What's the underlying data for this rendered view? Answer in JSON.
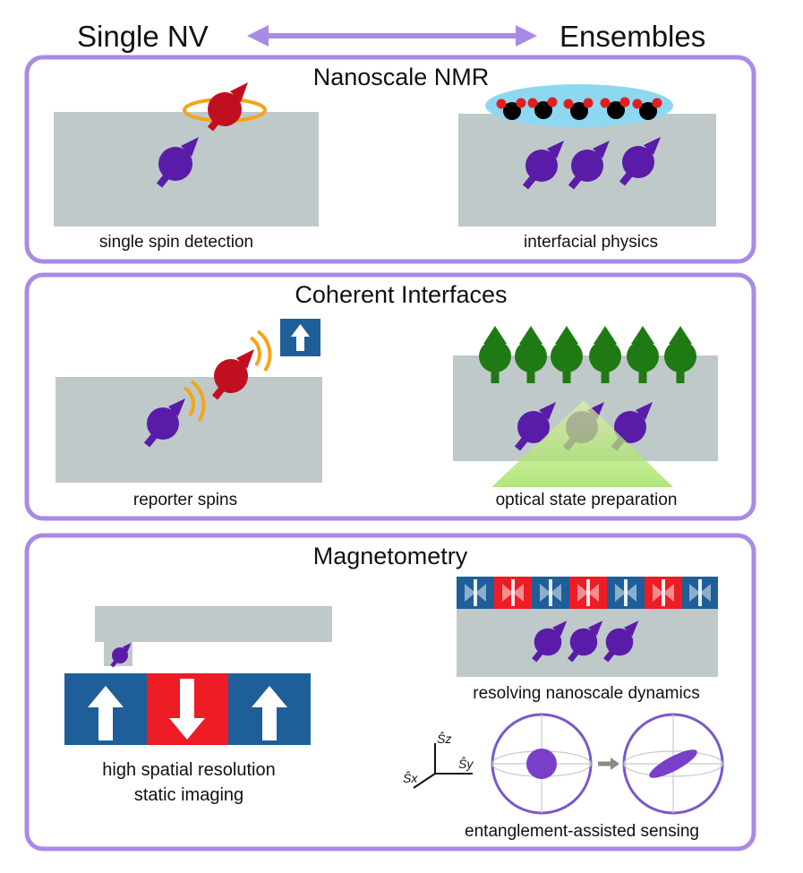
{
  "header": {
    "left_label": "Single NV",
    "right_label": "Ensembles"
  },
  "panels": [
    {
      "title": "Nanoscale NMR",
      "left_caption": "single spin detection",
      "right_caption": "interfacial physics"
    },
    {
      "title": "Coherent Interfaces",
      "left_caption": "reporter spins",
      "right_caption": "optical state preparation"
    },
    {
      "title": "Magnetometry",
      "left_caption_line1": "high spatial resolution",
      "left_caption_line2": "static imaging",
      "right_caption_top": "resolving nanoscale dynamics",
      "right_caption_bottom": "entanglement-assisted sensing",
      "axis_labels": {
        "z": "Ŝz",
        "y": "Ŝy",
        "x": "Ŝx"
      }
    }
  ],
  "colors": {
    "frame": "#a98ae6",
    "arrow": "#a98ae6",
    "diamond": "#bfc9c9",
    "nv_spin": "#5a1ca8",
    "target_spin": "#c01020",
    "green_spin": "#1f7a14",
    "signal": "#f2a51c",
    "domain_blue": "#1e5f9a",
    "domain_red": "#ee1c24",
    "water": "#8dd8f0",
    "light": "#c8f07a"
  }
}
